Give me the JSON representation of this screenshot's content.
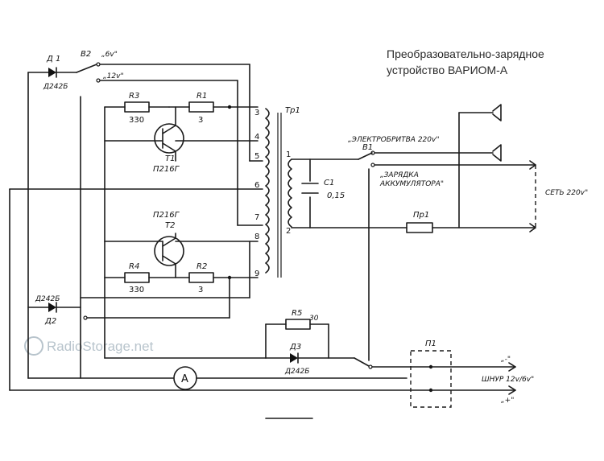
{
  "title": {
    "line1": "Преобразовательно-зарядное",
    "line2": "устройство ВАРИОМ-А"
  },
  "components": {
    "d1": "Д 1",
    "d1_type": "Д242Б",
    "b2": "В2",
    "b2_6v": "„6v\"",
    "b2_12v": "„12v\"",
    "r3": "R3",
    "r3_val": "330",
    "r1": "R1",
    "r1_val": "3",
    "t1": "Т1",
    "t1_type": "П216Г",
    "t2": "Т2",
    "t2_type": "П216Г",
    "r4": "R4",
    "r4_val": "330",
    "r2": "R2",
    "r2_val": "3",
    "d2": "Д2",
    "d2_type": "Д242Б",
    "tr1": "Тр1",
    "c1": "С1",
    "c1_val": "0,15",
    "b1": "В1",
    "pr1": "Пр1",
    "r5": "R5",
    "r5_val": "30",
    "d3": "Д3",
    "d3_type": "Д242Б",
    "p1": "П1",
    "ammeter": "A"
  },
  "labels": {
    "shavers": "„ЭЛЕКТРОБРИТВА 220v\"",
    "charging_1": "„ЗАРЯДКА",
    "charging_2": "АККУМУЛЯТОРА\"",
    "mains": "СЕТЬ 220v\"",
    "cord": "ШНУР 12v/6v\"",
    "minus": "„-\"",
    "plus": "„+\""
  },
  "pins": [
    "3",
    "4",
    "5",
    "6",
    "7",
    "8",
    "9",
    "1",
    "2"
  ],
  "watermark": "RadioStorage.net"
}
